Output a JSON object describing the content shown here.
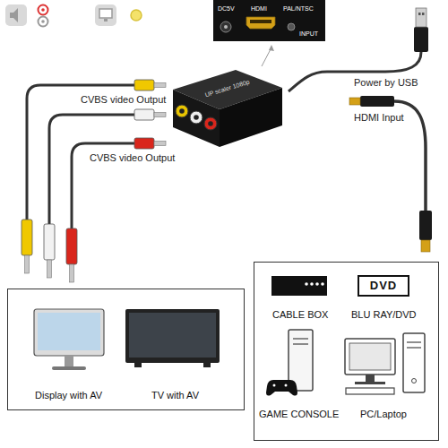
{
  "diagram": {
    "nodes": [
      {
        "text": [
          "DC5V",
          "HDMI",
          "PAL/NTSC",
          "INPUT"
        ]
      },
      {
        "text": [
          "UP scaler 1080p"
        ]
      },
      {
        "text": [
          "Display with AV",
          "TV with AV"
        ]
      },
      {
        "text": [
          "CABLE BOX",
          "BLU RAY/DVD",
          "GAME CONSOLE",
          "PC/Laptop"
        ]
      },
      {
        "text": [
          "DVD"
        ],
        "in": 3
      }
    ],
    "labels": [
      "CVBS video Output",
      "CVBS video Output",
      "Power by USB",
      "HDMI Input"
    ]
  }
}
